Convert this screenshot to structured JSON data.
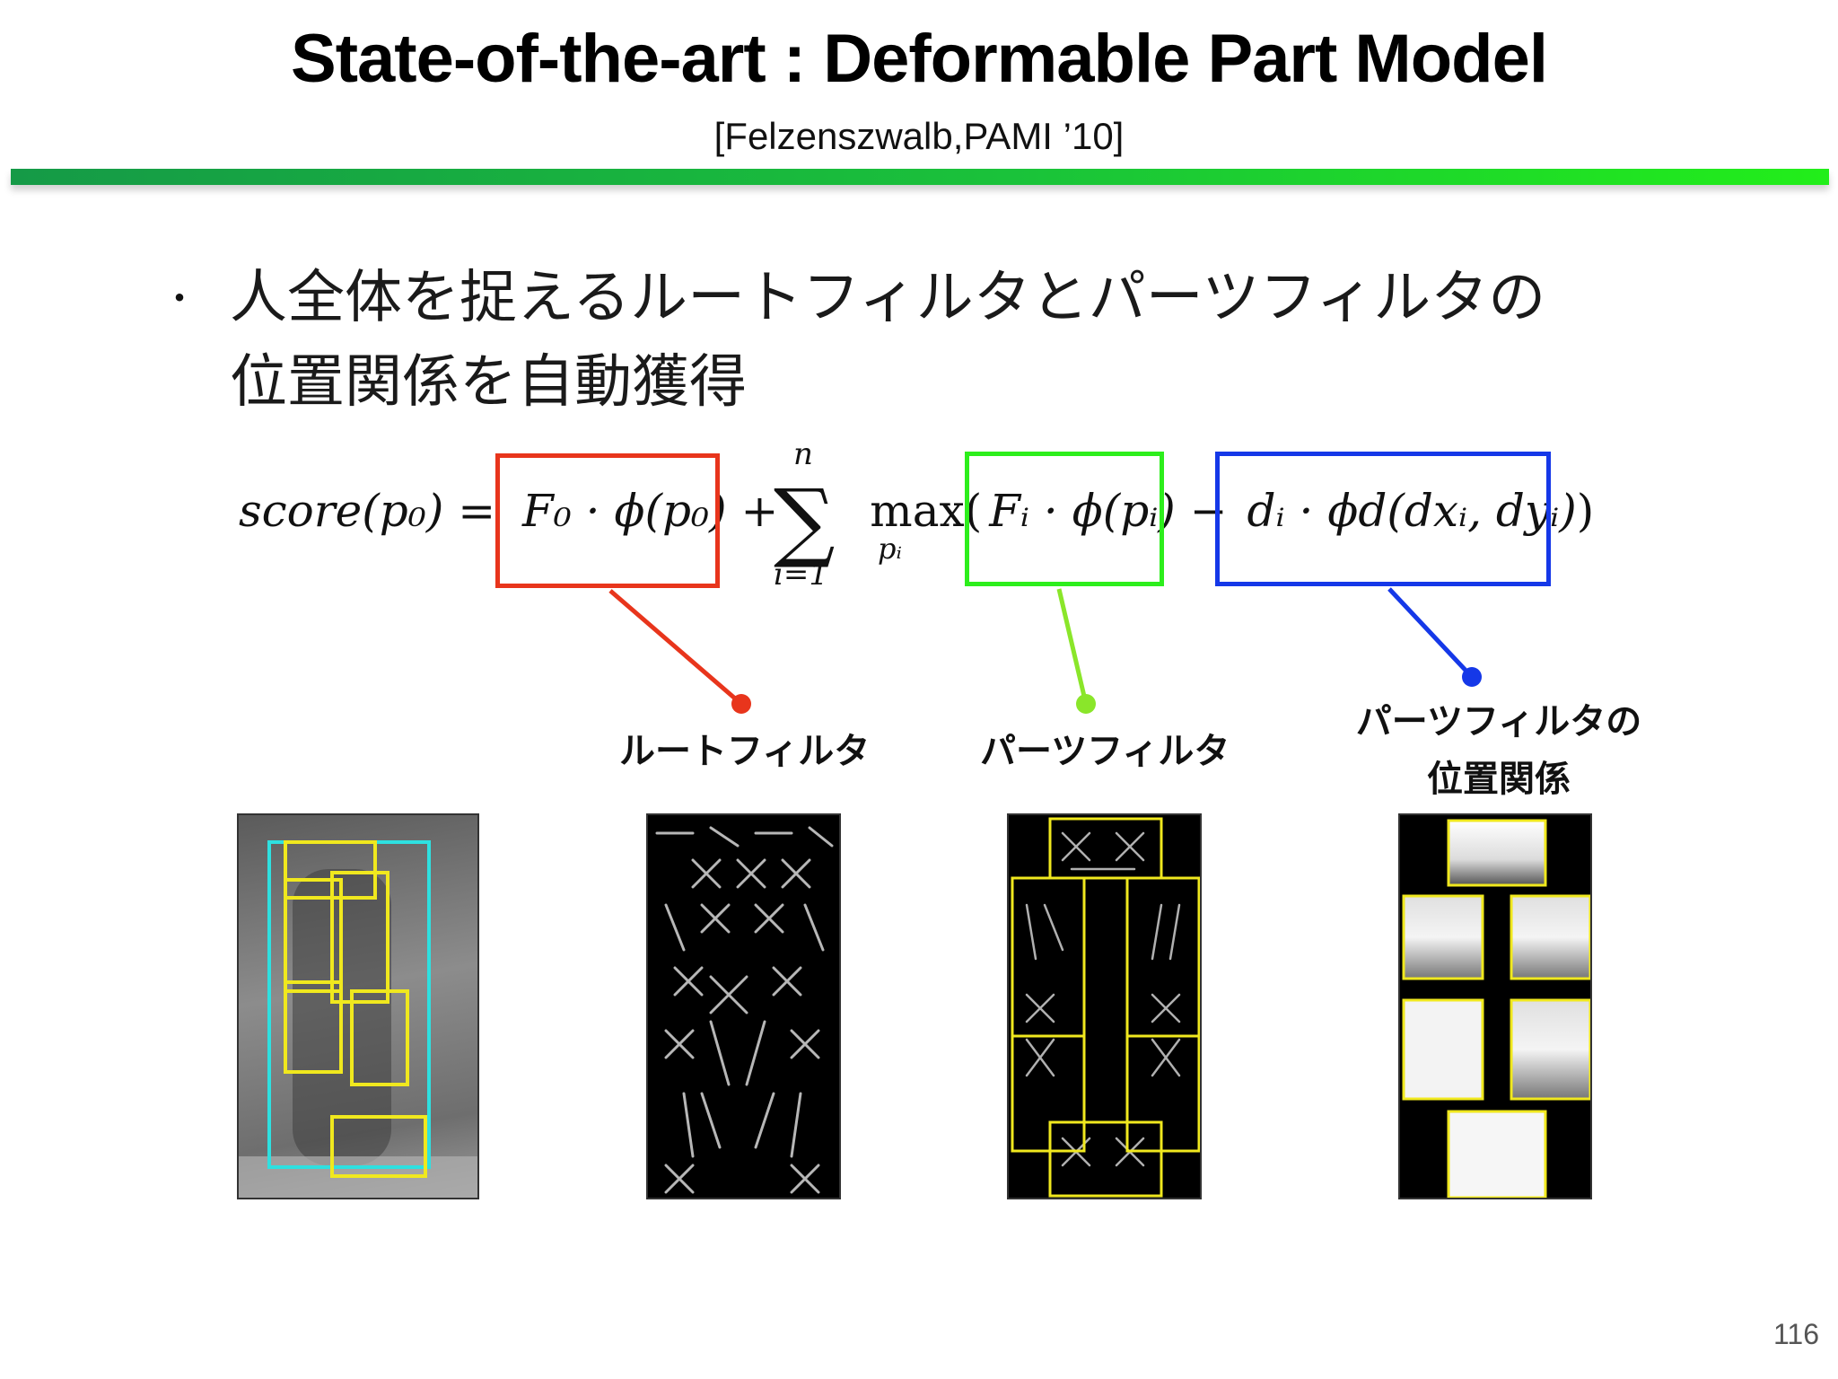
{
  "slide": {
    "title": "State-of-the-art : Deformable Part Model",
    "citation": "[Felzenszwalb,PAMI ’10]",
    "bullet_marker": "・",
    "bullet_line_1": "人全体を捉えるルートフィルタとパーツフィルタの",
    "bullet_line_2": "位置関係を自動獲得",
    "page_number": "116"
  },
  "formula": {
    "lhs": "score(p₀) = ",
    "root_term": "F₀ · ϕ(p₀)",
    "plus": " + ",
    "sum_symbol": "∑",
    "sum_top": "n",
    "sum_bottom": "i=1",
    "max": "max",
    "max_sub": "pᵢ",
    "open_paren": "(",
    "part_term": "Fᵢ · ϕ(pᵢ)",
    "minus": " − ",
    "def_term": "dᵢ · ϕd(dxᵢ, dyᵢ)",
    "close_paren": ")"
  },
  "labels": {
    "root_filter": "ルートフィルタ",
    "part_filter": "パーツフィルタ",
    "deformation_line_1": "パーツフィルタの",
    "deformation_line_2": "位置関係"
  },
  "colors": {
    "root": "#e8351c",
    "part": "#2dee1c",
    "part_connector": "#8ae62a",
    "deformation": "#1538e8",
    "detection_box": "#2ee0e0",
    "part_box": "#f0e81e"
  }
}
